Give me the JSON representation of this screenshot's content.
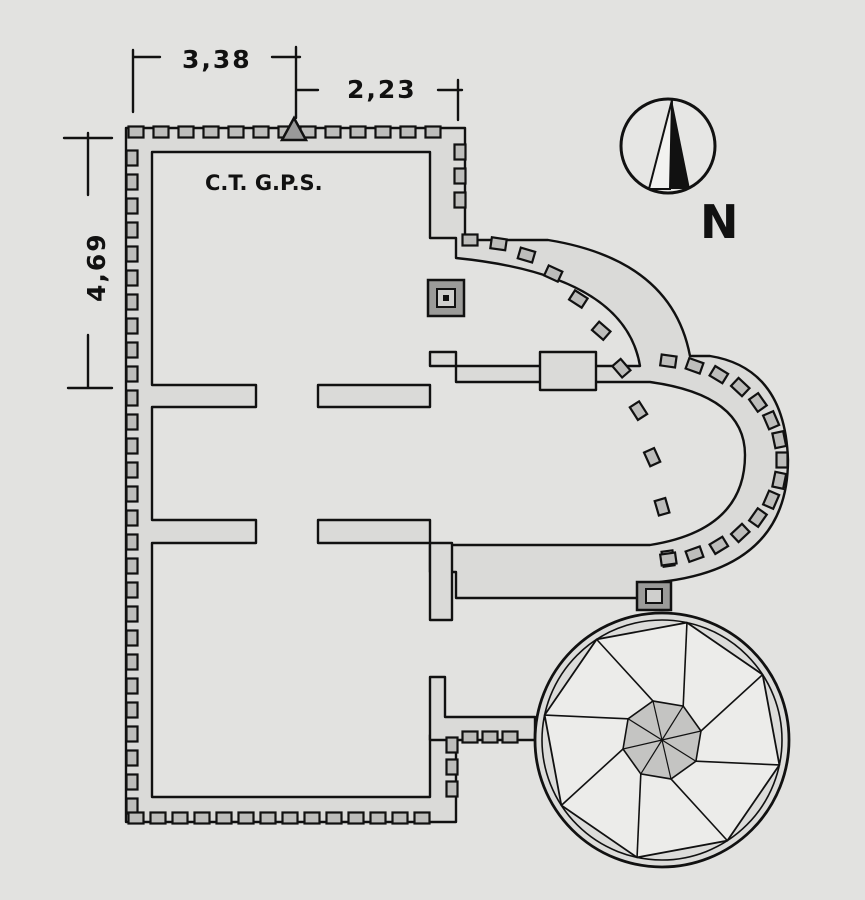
{
  "dimensions": {
    "top_left": "3,38",
    "top_right": "2,23",
    "left_side": "4,69"
  },
  "station_label": "C.T.  G.P.S.",
  "compass": {
    "north_letter": "N"
  }
}
